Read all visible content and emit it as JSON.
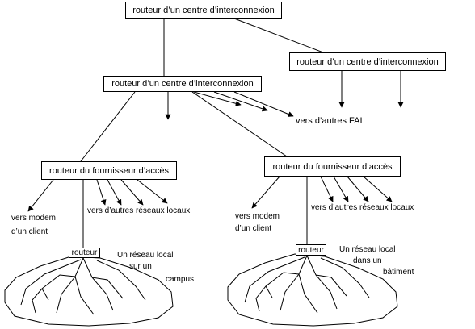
{
  "nodes": {
    "top_router": "routeur d’un centre d’interconnexion",
    "right_router": "routeur d’un centre d’interconnexion",
    "mid_router": "routeur d’un centre d’interconnexion",
    "left_isp": "routeur du fournisseur d’accès",
    "right_isp": "routeur du fournisseur d’accès",
    "left_campus_router": "routeur",
    "right_building_router": "routeur"
  },
  "labels": {
    "other_isps": "vers d’autres FAI",
    "left_client_line1": "vers modem",
    "left_client_line2": "d’un client",
    "left_other_lans": "vers d’autres réseaux locaux",
    "right_client_line1": "vers modem",
    "right_client_line2": "d’un client",
    "right_other_lans": "vers d’autres réseaux locaux",
    "campus_line1": "Un réseau local",
    "campus_line2": "sur un",
    "campus_line3": "campus",
    "building_line1": "Un réseau local",
    "building_line2": "dans un",
    "building_line3": "bâtiment"
  },
  "colors": {
    "ink": "#000000",
    "background": "#ffffff"
  }
}
